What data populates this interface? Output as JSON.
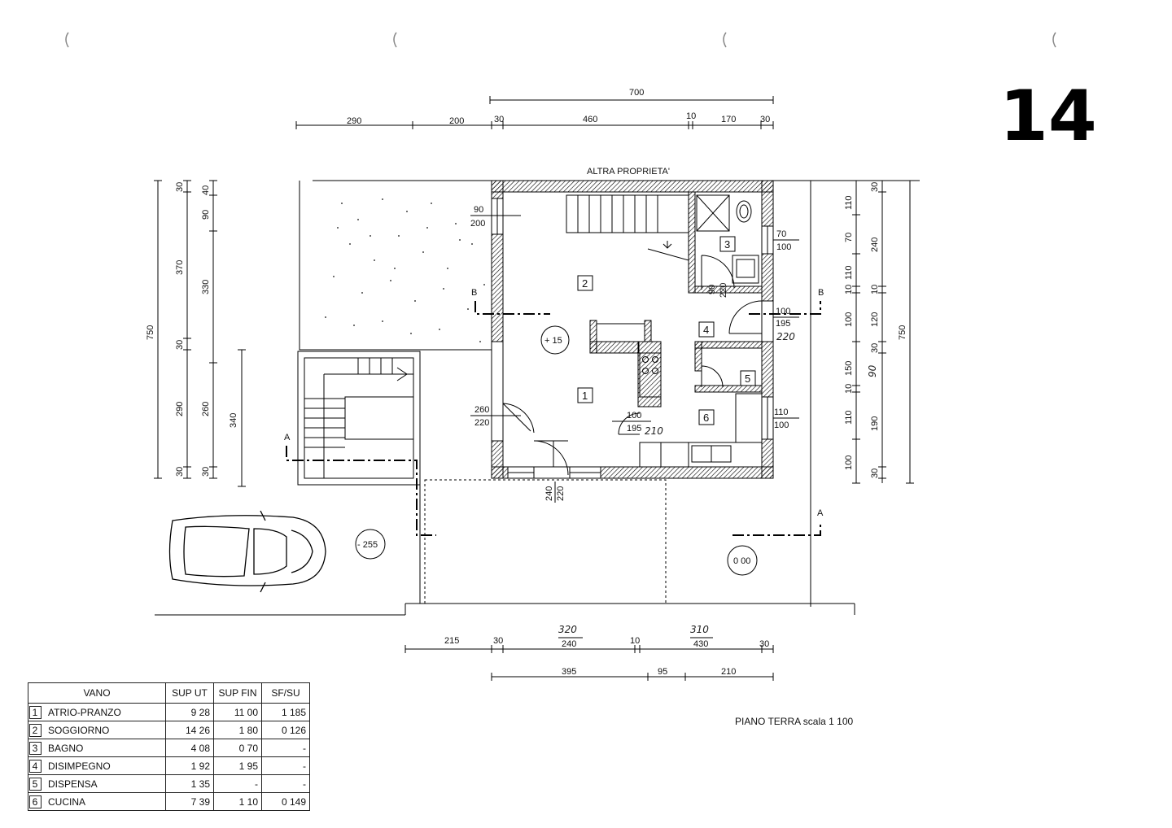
{
  "sheet_number": "14",
  "north_label": "ALTRA PROPRIETA'",
  "drawing_title": "PIANO TERRA scala 1 100",
  "elevations": [
    "+ 15",
    "- 255",
    "0 00"
  ],
  "section_marks": [
    "A",
    "A",
    "B",
    "B"
  ],
  "top_dims": {
    "overall": "700",
    "chain": [
      "290",
      "200",
      "30",
      "460",
      "10",
      "170",
      "30"
    ]
  },
  "bottom_dims": {
    "chain1": [
      "215",
      "30",
      "240",
      "10",
      "430",
      "30"
    ],
    "handwritten": [
      "320",
      "310"
    ],
    "chain2": [
      "395",
      "95",
      "210"
    ]
  },
  "left_dims": {
    "overall": "750",
    "outer": [
      "30",
      "370",
      "30",
      "290",
      "30"
    ],
    "inner": [
      "40",
      "90",
      "330",
      "260",
      "30"
    ],
    "stair": "340"
  },
  "right_dims": {
    "inner": [
      "110",
      "70",
      "110",
      "10",
      "100",
      "150",
      "10",
      "110",
      "100"
    ],
    "mid": [
      "30",
      "240",
      "10",
      "120",
      "30",
      "190",
      "30"
    ],
    "overall": "750",
    "handwritten": "90"
  },
  "openings": [
    {
      "w": "90",
      "h": "200"
    },
    {
      "w": "70",
      "h": "100"
    },
    {
      "w": "90",
      "h": "220"
    },
    {
      "w": "100",
      "h": "195"
    },
    {
      "w": "260",
      "h": "220"
    },
    {
      "w": "110",
      "h": "100"
    },
    {
      "w": "100",
      "h": "195"
    },
    {
      "w": "240",
      "h": "220"
    }
  ],
  "handwritten_notes": [
    "220",
    "210"
  ],
  "rooms_on_plan": [
    "1",
    "2",
    "3",
    "4",
    "5",
    "6"
  ],
  "table": {
    "headers": [
      "VANO",
      "SUP UT",
      "SUP FIN",
      "SF/SU"
    ],
    "rows": [
      {
        "n": "1",
        "name": "ATRIO-PRANZO",
        "sup_ut": "9 28",
        "sup_fin": "11 00",
        "sf_su": "1 185"
      },
      {
        "n": "2",
        "name": "SOGGIORNO",
        "sup_ut": "14 26",
        "sup_fin": "1 80",
        "sf_su": "0 126"
      },
      {
        "n": "3",
        "name": "BAGNO",
        "sup_ut": "4 08",
        "sup_fin": "0 70",
        "sf_su": "-"
      },
      {
        "n": "4",
        "name": "DISIMPEGNO",
        "sup_ut": "1 92",
        "sup_fin": "1 95",
        "sf_su": "-"
      },
      {
        "n": "5",
        "name": "DISPENSA",
        "sup_ut": "1 35",
        "sup_fin": "-",
        "sf_su": "-"
      },
      {
        "n": "6",
        "name": "CUCINA",
        "sup_ut": "7 39",
        "sup_fin": "1 10",
        "sf_su": "0 149"
      }
    ]
  }
}
